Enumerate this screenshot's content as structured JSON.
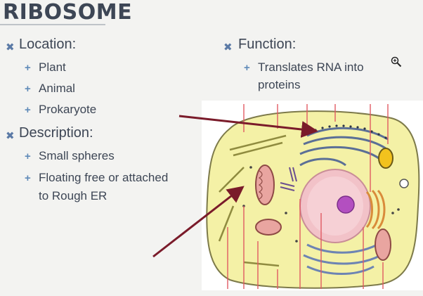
{
  "slide": {
    "title": "RIBOSOME",
    "location": {
      "heading": "Location:",
      "items": [
        "Plant",
        "Animal",
        "Prokaryote"
      ]
    },
    "description": {
      "heading": "Description:",
      "items": [
        "Small spheres",
        "Floating free or attached",
        "to Rough ER"
      ]
    },
    "function": {
      "heading": "Function:",
      "items": [
        "Translates RNA into",
        "proteins"
      ]
    },
    "icons": {
      "level1_bullet": "x-mark-icon",
      "level2_bullet": "plus-icon",
      "zoom": "magnifier-plus-icon"
    },
    "colors": {
      "title": "#3d4655",
      "bullet1": "#5b7aa6",
      "bullet2": "#5f8ab8",
      "arrow": "#b0283a",
      "cytoplasm": "#f4f1a6",
      "nucleus": "#f2c2c8",
      "nucleolus": "#b34fc0"
    }
  }
}
